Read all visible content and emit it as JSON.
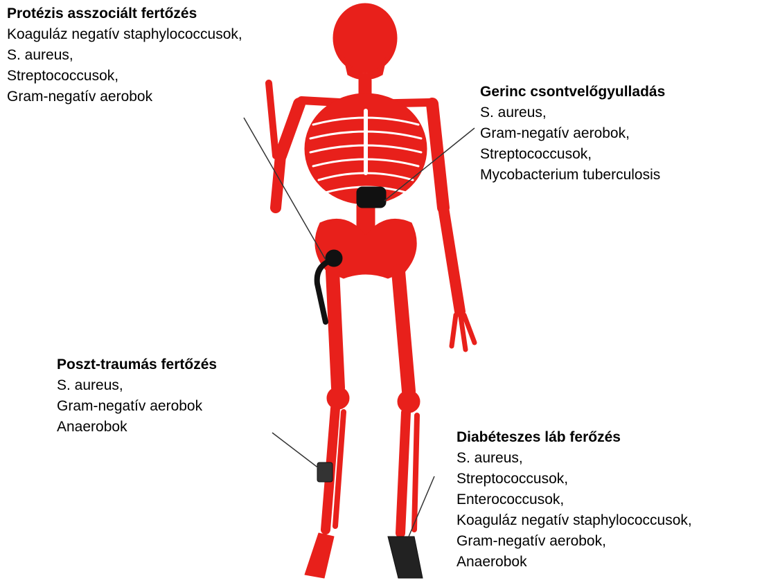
{
  "colors": {
    "bone": "#e8201b",
    "implant": "#111111",
    "leader": "#333333",
    "text": "#000000"
  },
  "callouts": {
    "prosthesis": {
      "title": "Protézis asszociált fertőzés",
      "items": [
        "Koaguláz negatív staphylococcusok,",
        "S. aureus,",
        "Streptococcusok,",
        "Gram-negatív aerobok"
      ]
    },
    "spine": {
      "title": "Gerinc csontvelőgyulladás",
      "items": [
        "S. aureus,",
        "Gram-negatív aerobok,",
        "Streptococcusok,",
        "Mycobacterium tuberculosis"
      ]
    },
    "trauma": {
      "title": "Poszt-traumás fertőzés",
      "items": [
        "S. aureus,",
        "Gram-negatív aerobok",
        "Anaerobok"
      ]
    },
    "diabetic": {
      "title": "Diabéteszes láb ferőzés",
      "items": [
        "S. aureus,",
        "Streptococcusok,",
        "Enterococcusok,",
        "Koaguláz negatív staphylococcusok,",
        "Gram-negatív aerobok,",
        "Anaerobok"
      ]
    }
  }
}
